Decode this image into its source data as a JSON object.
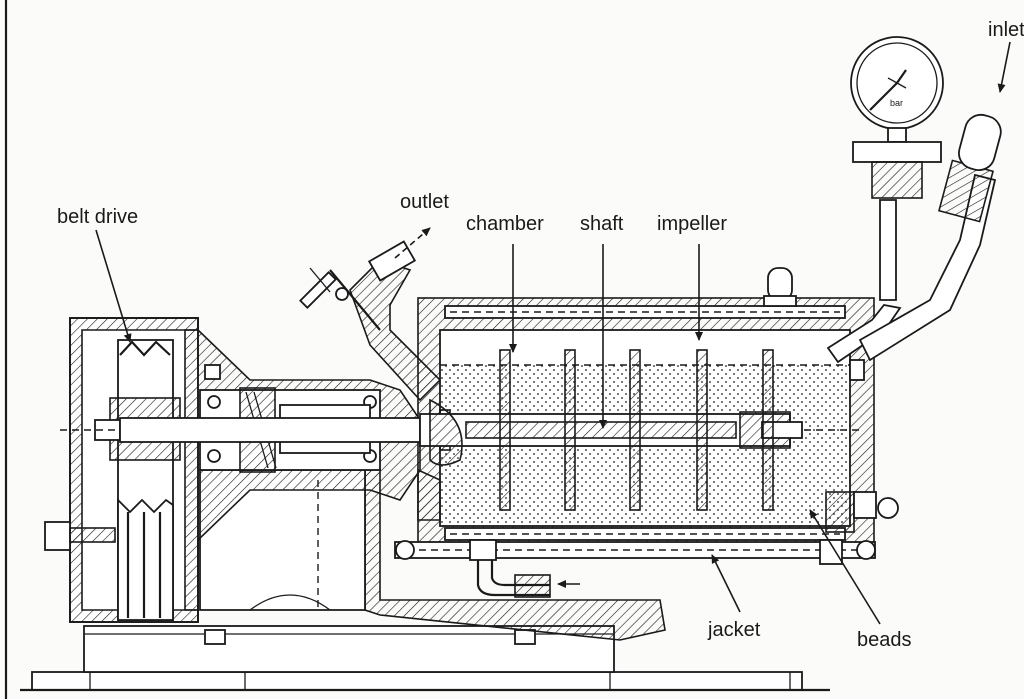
{
  "labels": {
    "belt_drive": "belt drive",
    "outlet": "outlet",
    "chamber": "chamber",
    "shaft": "shaft",
    "impeller": "impeller",
    "inlet": "inlet",
    "jacket": "jacket",
    "beads": "beads",
    "gauge_unit": "bar"
  },
  "colors": {
    "ink": "#1a1a1a",
    "paper": "#fbfbf9"
  }
}
